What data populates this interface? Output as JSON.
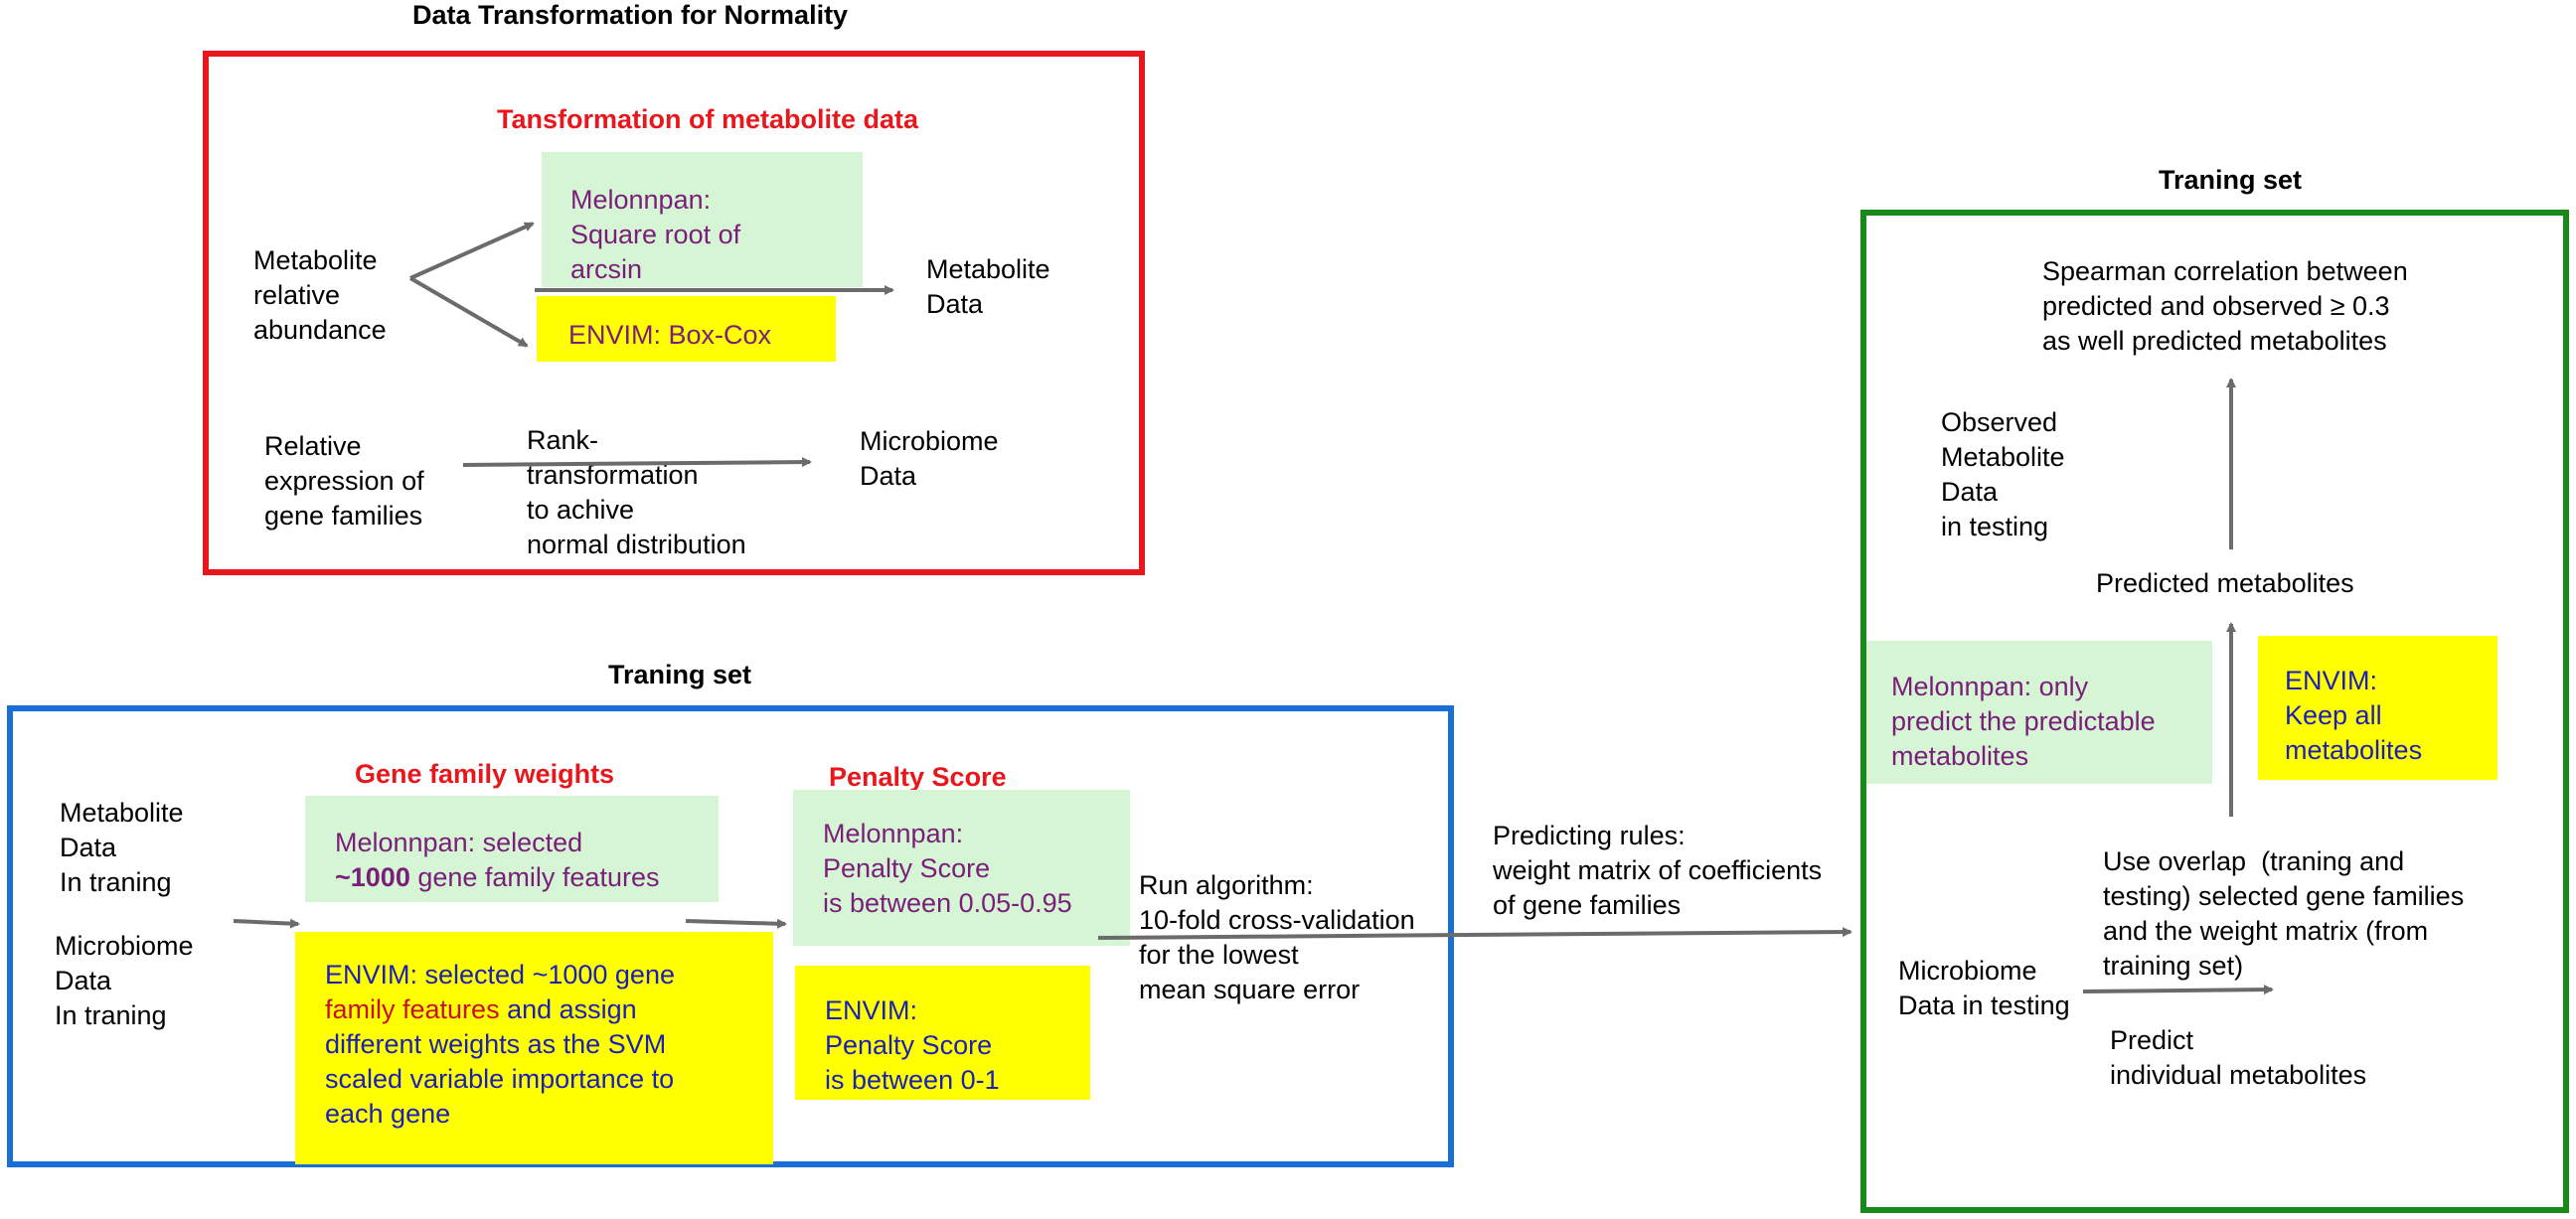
{
  "normality": {
    "title": "Data Transformation for Normality",
    "subtitle": "Tansformation of metabolite data",
    "metabolite_relative": "Metabolite\nrelative\nabundance",
    "melonnpan_box": "Melonnpan:\nSquare root of\narcsin",
    "envim_box": "ENVIM: Box-Cox",
    "metabolite_data": "Metabolite\nData",
    "relative_expression": "Relative\nexpression of\ngene families",
    "rank_transform": "Rank-\ntransformation\nto achive\nnormal distribution",
    "microbiome_data": "Microbiome\nData"
  },
  "training": {
    "title": "Traning set",
    "metabolite_in_training": "Metabolite\nData\nIn traning",
    "microbiome_in_training": "Microbiome\nData\nIn traning",
    "gene_family_weights": "Gene family weights",
    "melonnpan_weights_pre": "Melonnpan: selected",
    "melonnpan_weights_bold": "~1000",
    "melonnpan_weights_post": " gene family features",
    "envim_weights_1": "ENVIM: selected ~1000 gene",
    "envim_weights_2a": "family features",
    "envim_weights_2b": " and assign",
    "envim_weights_3": "different weights as the SVM\nscaled variable importance to\neach gene",
    "penalty_score": "Penalty Score",
    "melonnpan_penalty": "Melonnpan:\nPenalty Score\nis between 0.05-0.95",
    "envim_penalty": "ENVIM:\nPenalty Score\nis between 0-1",
    "run_algorithm": "Run algorithm:\n10-fold cross-validation\nfor the lowest\nmean square error"
  },
  "predicting_rules": "Predicting rules:\nweight matrix of coefficients\nof gene families",
  "testing": {
    "title": "Traning set",
    "spearman": "Spearman correlation between\npredicted and observed ≥ 0.3\nas well predicted metabolites",
    "observed": "Observed\nMetabolite\nData\nin testing",
    "predicted": "Predicted metabolites",
    "melonnpan_only": "Melonnpan: only\npredict the predictable\nmetabolites",
    "envim_keep": "ENVIM:\nKeep all\nmetabolites",
    "use_overlap": "Use overlap  (traning and\ntesting) selected gene families\nand the weight matrix (from\ntraining set)",
    "microbiome_testing": "Microbiome\nData in testing",
    "predict_individual": "Predict\nindividual metabolites"
  },
  "colors": {
    "red_frame": "#e8171b",
    "blue_frame": "#1a6fd6",
    "green_frame": "#198a19",
    "green_box": "#d5f5d5",
    "yellow_box": "#ffff00",
    "purple_text": "#7b1e7a",
    "blue_text": "#1a1fb8",
    "arrow": "#6b6b6b"
  }
}
